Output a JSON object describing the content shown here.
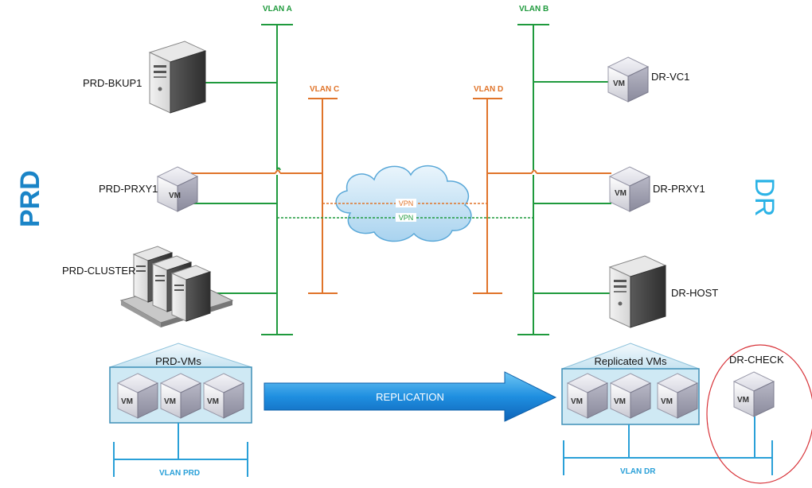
{
  "colors": {
    "green": "#1f9a3d",
    "orange": "#e0742a",
    "blue": "#2aa0d8",
    "prd_blue": "#1a84c7",
    "dr_cyan": "#2bb3e6",
    "box_fill": "#cfe9f4",
    "dr_check_circle": "#d8343a"
  },
  "sites": {
    "prd": "PRD",
    "dr": "DR"
  },
  "vlans": {
    "a": "VLAN A",
    "b": "VLAN B",
    "c": "VLAN C",
    "d": "VLAN D",
    "prd": "VLAN PRD",
    "dr": "VLAN DR"
  },
  "nodes": {
    "prd_bkup1": "PRD-BKUP1",
    "prd_prxy1": "PRD-PRXY1",
    "prd_cluster": "PRD-CLUSTER",
    "dr_vc1": "DR-VC1",
    "dr_prxy1": "DR-PRXY1",
    "dr_host": "DR-HOST",
    "dr_check": "DR-CHECK"
  },
  "groups": {
    "prd_vms": "PRD-VMs",
    "replicated_vms": "Replicated VMs"
  },
  "vm_label": "VM",
  "vpn": {
    "orange": "VPN",
    "green": "VPN"
  },
  "replication_label": "REPLICATION",
  "icons": {
    "server_tower": "server-tower-icon",
    "vm_cube": "vm-cube-icon",
    "server_cluster": "server-cluster-icon",
    "cloud": "cloud-icon",
    "arrow": "replication-arrow"
  }
}
